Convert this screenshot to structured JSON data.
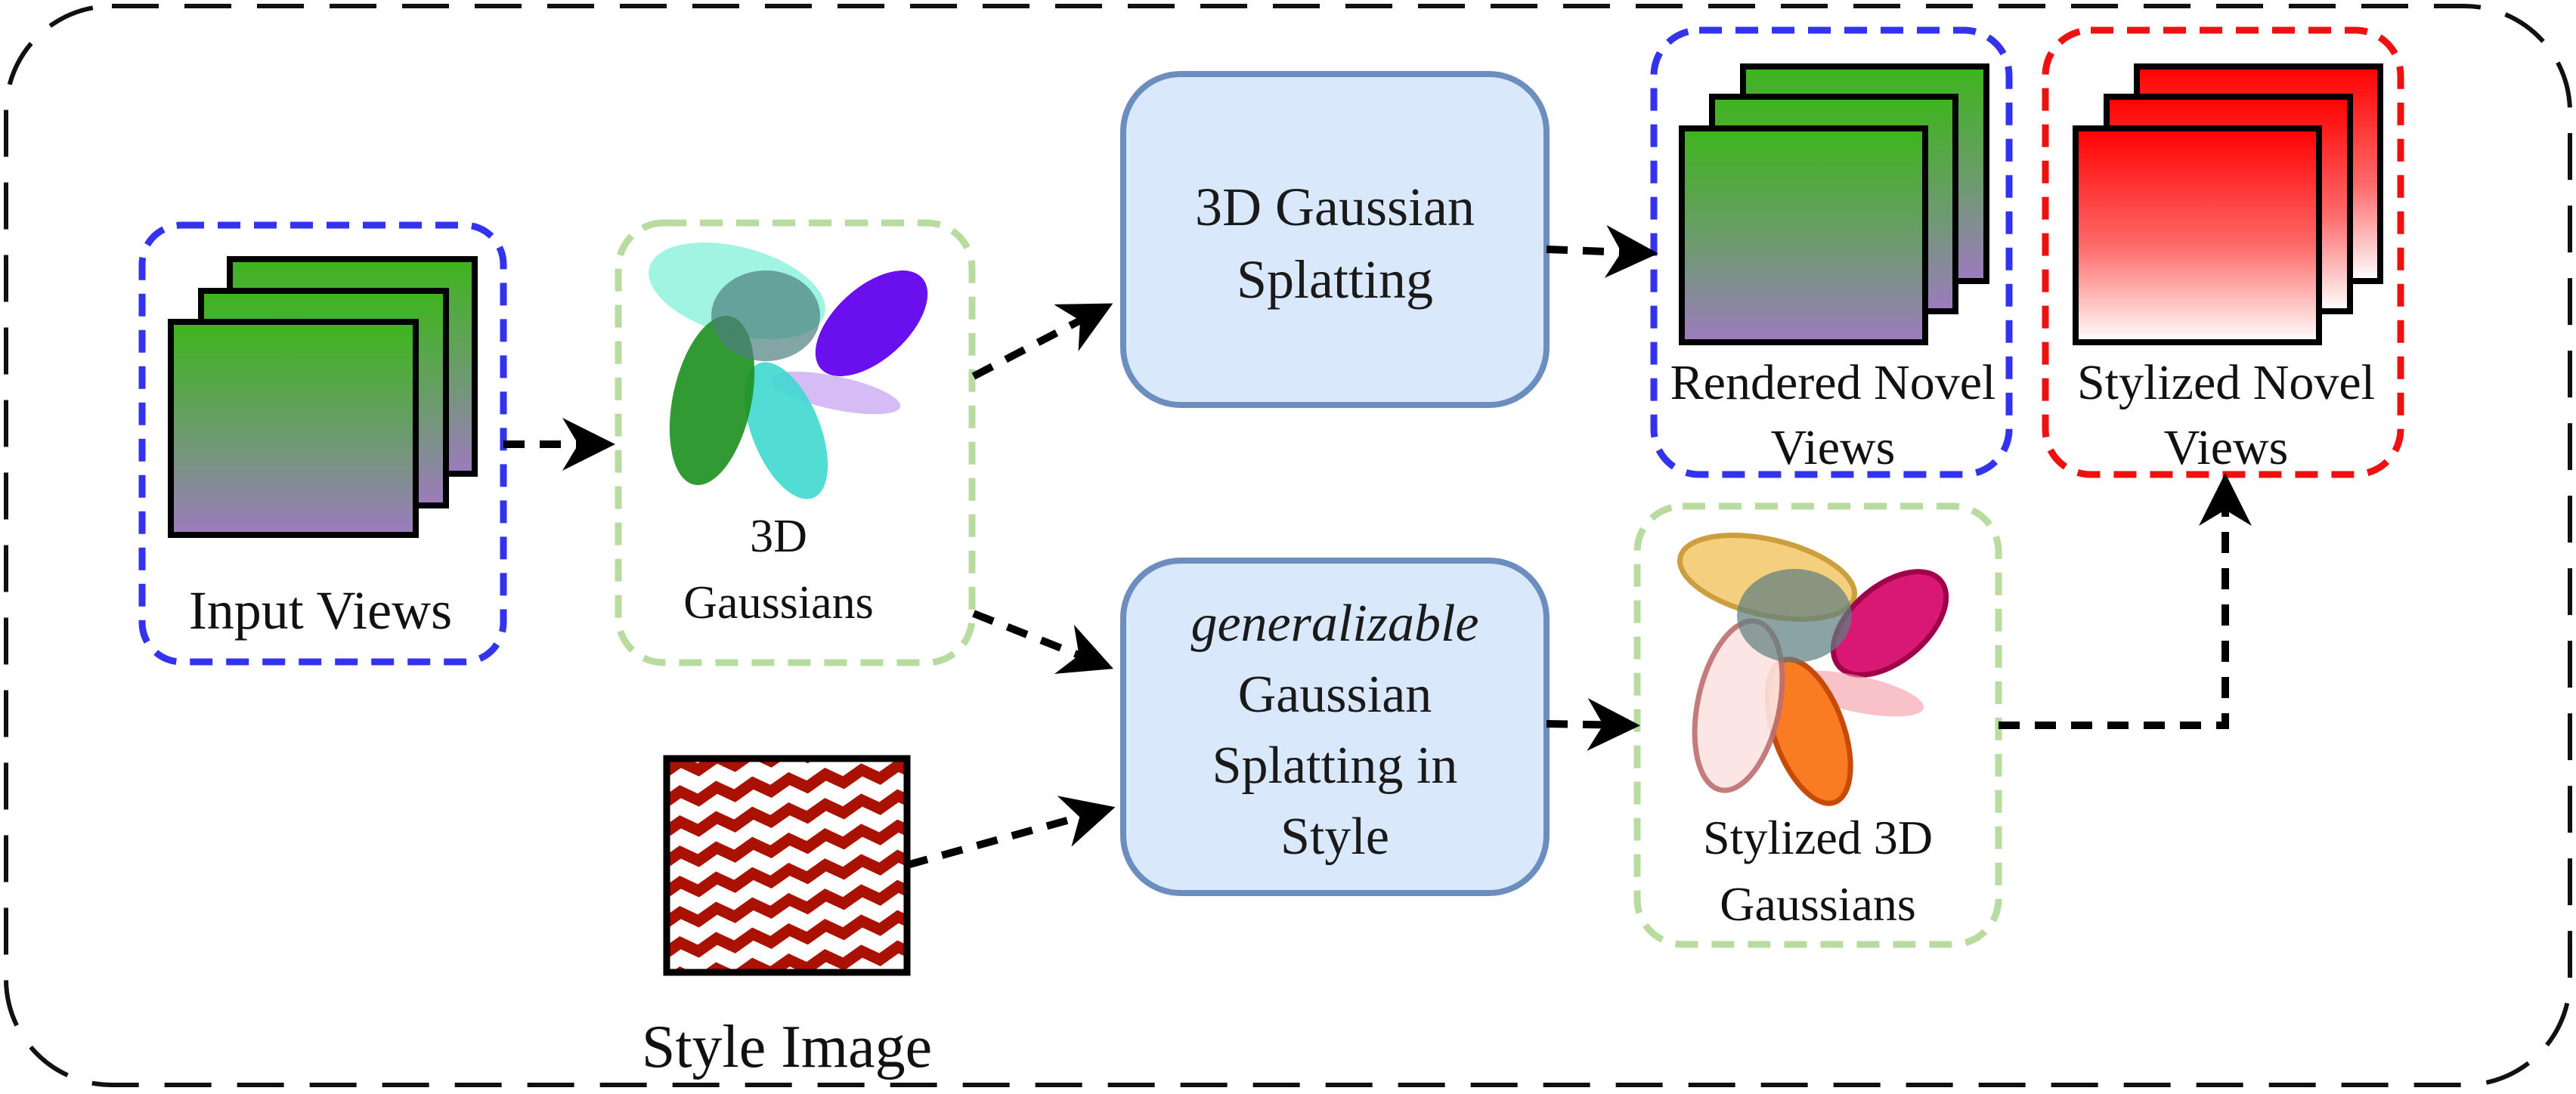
{
  "nodes": {
    "input_views": {
      "label": "Input Views"
    },
    "gaussians_3d": {
      "label_line1": "3D",
      "label_line2": "Gaussians"
    },
    "splatting_box": {
      "line1": "3D Gaussian",
      "line2": "Splatting"
    },
    "style_box": {
      "line1": "generalizable",
      "line2": "Gaussian",
      "line3": "Splatting in",
      "line4": "Style"
    },
    "rendered_views": {
      "line1": "Rendered Novel",
      "line2": "Views"
    },
    "stylized_views": {
      "line1": "Stylized Novel",
      "line2": "Views"
    },
    "stylized_gaussians": {
      "line1": "Stylized 3D",
      "line2": "Gaussians"
    },
    "style_image": {
      "label": "Style Image"
    }
  },
  "colors": {
    "blue_dash": "#3333ee",
    "green_dash": "#b8dca0",
    "red_dash": "#ee1111",
    "process_fill": "#dae8fc",
    "process_stroke": "#6c8ebf",
    "style_pattern": "#aa1100"
  }
}
